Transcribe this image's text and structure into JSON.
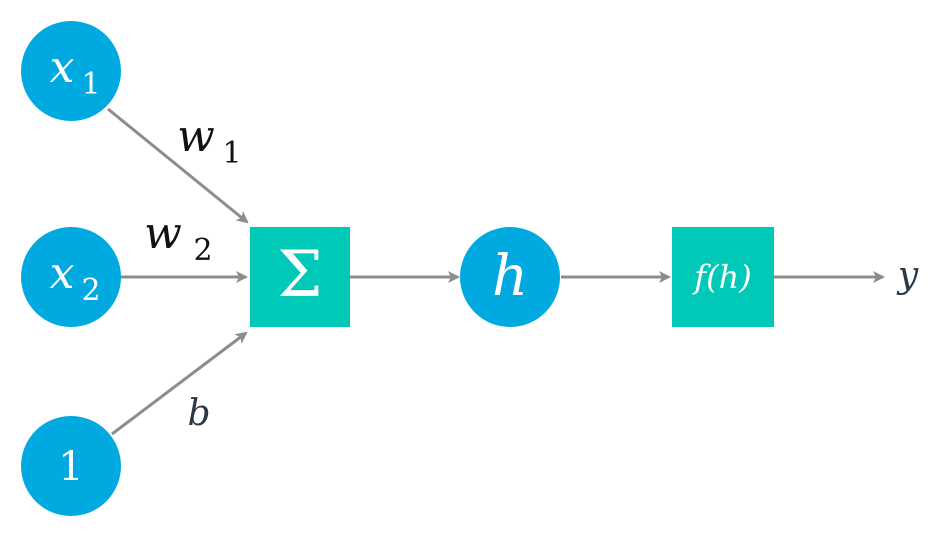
{
  "diagram": {
    "nodes": {
      "x1": {
        "base": "x",
        "sub": "1"
      },
      "x2": {
        "base": "x",
        "sub": "2"
      },
      "bias": {
        "text": "1"
      },
      "sum": {
        "text": "Σ"
      },
      "h": {
        "text": "h"
      },
      "activation": {
        "text": "f(h)"
      }
    },
    "edge_labels": {
      "w1": {
        "base": "w",
        "sub": "1"
      },
      "w2": {
        "base": "w",
        "sub": "2"
      },
      "b": {
        "text": "b"
      },
      "y": {
        "text": "y"
      }
    }
  },
  "colors": {
    "circle_node": "#00a9e0",
    "square_node": "#00c9b7",
    "arrow": "#8c8c8c",
    "weight_label": "#111111",
    "var_label": "#2a3845",
    "node_text": "#ffffff"
  }
}
